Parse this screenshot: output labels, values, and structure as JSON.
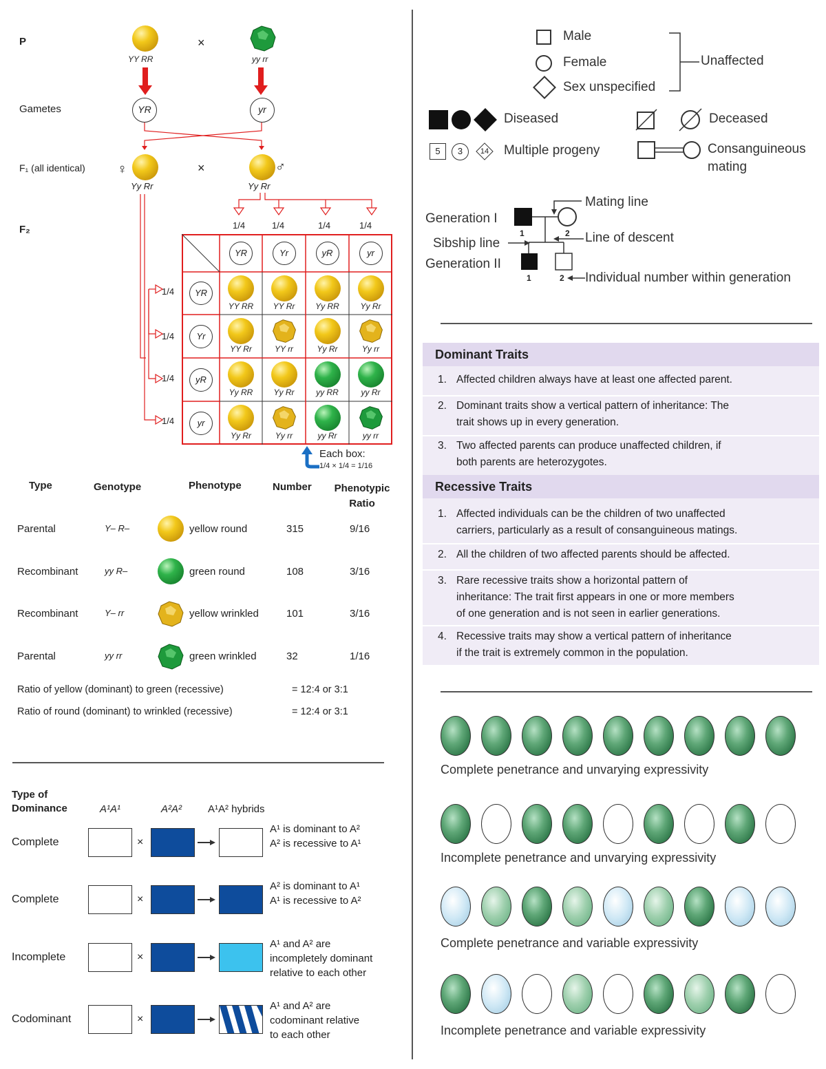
{
  "cross": {
    "p_label": "P",
    "times": "×",
    "p1_genotype": "YY RR",
    "p2_genotype": "yy rr",
    "gametes_label": "Gametes",
    "gamete1": "YR",
    "gamete2": "yr",
    "f1_label": "F₁ (all identical)",
    "female_symbol": "♀",
    "male_symbol": "♂",
    "f1_genotype": "Yy Rr",
    "f2_label": "F₂",
    "quarter": "1/4",
    "col_gametes": [
      "YR",
      "Yr",
      "yR",
      "yr"
    ],
    "row_gametes": [
      "YR",
      "Yr",
      "yR",
      "yr"
    ],
    "grid": [
      [
        {
          "g": "YY RR",
          "c": "yellow",
          "w": false
        },
        {
          "g": "YY Rr",
          "c": "yellow",
          "w": false
        },
        {
          "g": "Yy RR",
          "c": "yellow",
          "w": false
        },
        {
          "g": "Yy Rr",
          "c": "yellow",
          "w": false
        }
      ],
      [
        {
          "g": "YY Rr",
          "c": "yellow",
          "w": false
        },
        {
          "g": "YY rr",
          "c": "yellow",
          "w": true
        },
        {
          "g": "Yy Rr",
          "c": "yellow",
          "w": false
        },
        {
          "g": "Yy rr",
          "c": "yellow",
          "w": true
        }
      ],
      [
        {
          "g": "Yy RR",
          "c": "yellow",
          "w": false
        },
        {
          "g": "Yy Rr",
          "c": "yellow",
          "w": false
        },
        {
          "g": "yy RR",
          "c": "green",
          "w": false
        },
        {
          "g": "yy Rr",
          "c": "green",
          "w": false
        }
      ],
      [
        {
          "g": "Yy Rr",
          "c": "yellow",
          "w": false
        },
        {
          "g": "Yy rr",
          "c": "yellow",
          "w": true
        },
        {
          "g": "yy Rr",
          "c": "green",
          "w": false
        },
        {
          "g": "yy rr",
          "c": "green",
          "w": true
        }
      ]
    ],
    "each_box": "Each box:",
    "each_box_calc": "1/4 × 1/4 = 1/16"
  },
  "phenotype_table": {
    "headers": [
      "Type",
      "Genotype",
      "Phenotype",
      "Number",
      "Phenotypic Ratio"
    ],
    "rows": [
      {
        "type": "Parental",
        "genotype": "Y– R–",
        "phenotype": "yellow round",
        "number": "315",
        "ratio": "9/16"
      },
      {
        "type": "Recombinant",
        "genotype": "yy R–",
        "phenotype": "green round",
        "number": "108",
        "ratio": "3/16"
      },
      {
        "type": "Recombinant",
        "genotype": "Y– rr",
        "phenotype": "yellow wrinkled",
        "number": "101",
        "ratio": "3/16"
      },
      {
        "type": "Parental",
        "genotype": "yy rr",
        "phenotype": "green wrinkled",
        "number": "32",
        "ratio": "1/16"
      }
    ],
    "ratio1_text": "Ratio of yellow (dominant) to green (recessive)",
    "ratio1_value": "=    12:4 or 3:1",
    "ratio2_text": "Ratio of round (dominant) to wrinkled (recessive)",
    "ratio2_value": "=    12:4 or 3:1"
  },
  "dominance": {
    "header_type": "Type of Dominance",
    "header_a1a1": "A¹A¹",
    "header_a2a2": "A²A²",
    "header_hybrid": "A¹A² hybrids",
    "times": "×",
    "rows": [
      {
        "type": "Complete",
        "desc1": "A¹ is dominant to A²",
        "desc2": "A² is recessive to A¹",
        "desc3": ""
      },
      {
        "type": "Complete",
        "desc1": "A² is dominant to A¹",
        "desc2": "A¹ is recessive to A²",
        "desc3": ""
      },
      {
        "type": "Incomplete",
        "desc1": "A¹ and A² are",
        "desc2": "incompletely dominant",
        "desc3": "relative to each other"
      },
      {
        "type": "Codominant",
        "desc1": "A¹ and A² are",
        "desc2": "codominant relative",
        "desc3": "to each other"
      }
    ]
  },
  "pedigree": {
    "male": "Male",
    "female": "Female",
    "sex_unspecified": "Sex unspecified",
    "unaffected": "Unaffected",
    "diseased": "Diseased",
    "deceased": "Deceased",
    "multiple_progeny": "Multiple progeny",
    "progeny_numbers": [
      "5",
      "3",
      "14"
    ],
    "consanguineous_1": "Consanguineous",
    "consanguineous_2": "mating",
    "mating_line": "Mating line",
    "generation_1": "Generation I",
    "sibship_line": "Sibship line",
    "line_of_descent": "Line of descent",
    "generation_2": "Generation II",
    "individual_number": "Individual number within generation",
    "num_1": "1",
    "num_2": "2"
  },
  "dominant_traits": {
    "heading": "Dominant Traits",
    "items": [
      {
        "n": "1.",
        "l1": "Affected children always have at least one affected parent.",
        "l2": ""
      },
      {
        "n": "2.",
        "l1": "Dominant traits show a vertical pattern of inheritance: The",
        "l2": "trait shows up in every generation."
      },
      {
        "n": "3.",
        "l1": "Two affected parents can produce unaffected children, if",
        "l2": "both parents are heterozygotes."
      }
    ]
  },
  "recessive_traits": {
    "heading": "Recessive Traits",
    "items": [
      {
        "n": "1.",
        "l1": "Affected individuals can be the children of two unaffected",
        "l2": "carriers, particularly as a result of consanguineous matings.",
        "l3": ""
      },
      {
        "n": "2.",
        "l1": "All the children of two affected parents should be affected.",
        "l2": "",
        "l3": ""
      },
      {
        "n": "3.",
        "l1": "Rare recessive traits show a horizontal pattern of",
        "l2": "inheritance: The trait first appears in one or more members",
        "l3": "of one generation and is not seen in earlier generations."
      },
      {
        "n": "4.",
        "l1": "Recessive traits may show a vertical pattern of inheritance",
        "l2": "if the trait is extremely common in the population.",
        "l3": ""
      }
    ]
  },
  "penetrance": {
    "rows": [
      {
        "caption": "Complete penetrance and unvarying expressivity",
        "eggs": [
          "full",
          "full",
          "full",
          "full",
          "full",
          "full",
          "full",
          "full",
          "full"
        ]
      },
      {
        "caption": "Incomplete penetrance and unvarying expressivity",
        "eggs": [
          "full",
          "none",
          "full",
          "full",
          "none",
          "full",
          "none",
          "full",
          "none"
        ]
      },
      {
        "caption": "Complete penetrance and variable expressivity",
        "eggs": [
          "pale",
          "light",
          "full",
          "light",
          "pale",
          "light",
          "full",
          "pale",
          "pale"
        ]
      },
      {
        "caption": "Incomplete penetrance and variable expressivity",
        "eggs": [
          "full",
          "pale",
          "none",
          "light",
          "none",
          "full",
          "light",
          "full",
          "none"
        ]
      }
    ]
  }
}
